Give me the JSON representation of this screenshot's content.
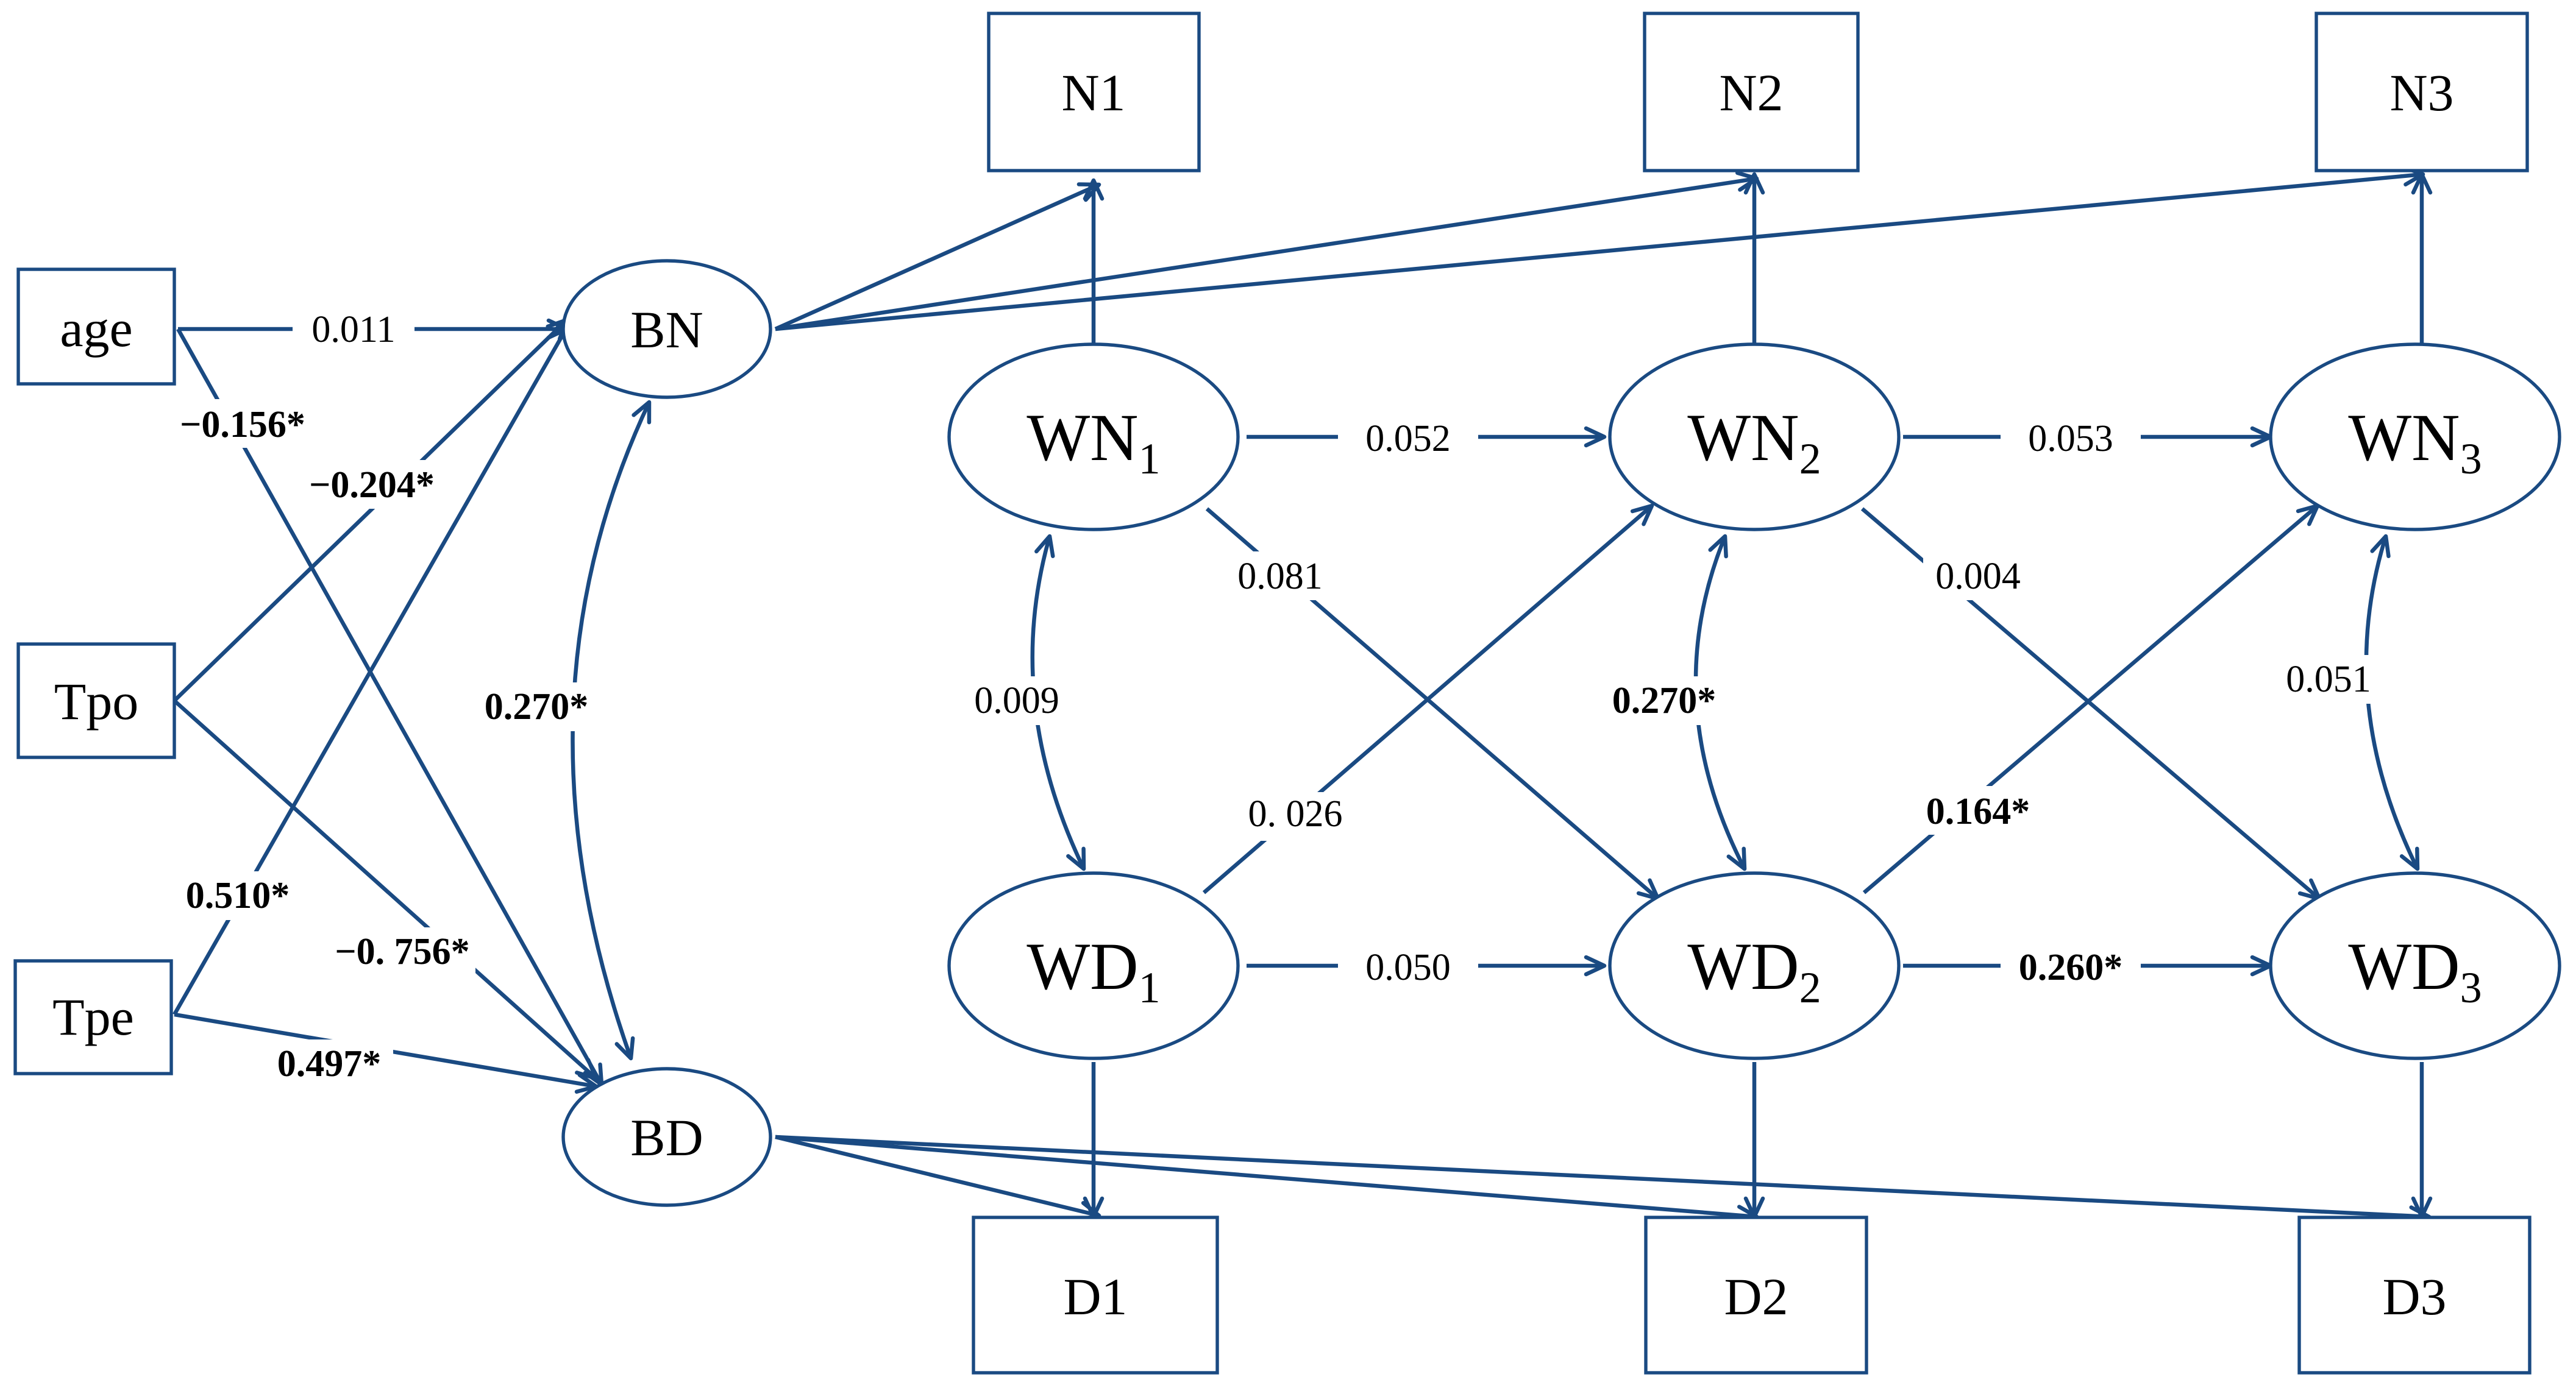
{
  "colors": {
    "line": "#1a4a82",
    "text": "#000000",
    "background": "#ffffff"
  },
  "nodes": {
    "age": {
      "label": "age"
    },
    "tpo": {
      "label": "Tpo"
    },
    "tpe": {
      "label": "Tpe"
    },
    "bn": {
      "label": "BN"
    },
    "bd": {
      "label": "BD"
    },
    "n1": {
      "label": "N1"
    },
    "n2": {
      "label": "N2"
    },
    "n3": {
      "label": "N3"
    },
    "d1": {
      "label": "D1"
    },
    "d2": {
      "label": "D2"
    },
    "d3": {
      "label": "D3"
    },
    "wn1": {
      "label": "WN",
      "sub": "1"
    },
    "wn2": {
      "label": "WN",
      "sub": "2"
    },
    "wn3": {
      "label": "WN",
      "sub": "3"
    },
    "wd1": {
      "label": "WD",
      "sub": "1"
    },
    "wd2": {
      "label": "WD",
      "sub": "2"
    },
    "wd3": {
      "label": "WD",
      "sub": "3"
    }
  },
  "coefficients": {
    "age_bn": {
      "value": "0.011",
      "bold": false
    },
    "age_bd": {
      "value": "−0.156*",
      "bold": true
    },
    "tpo_bn": {
      "value": "−0.204*",
      "bold": true
    },
    "tpe_bn": {
      "value": "0.510*",
      "bold": true
    },
    "tpo_bd": {
      "value": "−0. 756*",
      "bold": true
    },
    "tpe_bd": {
      "value": "0.497*",
      "bold": true
    },
    "bn_bd": {
      "value": "0.270*",
      "bold": true
    },
    "wn1_wn2": {
      "value": "0.052",
      "bold": false
    },
    "wn2_wn3": {
      "value": "0.053",
      "bold": false
    },
    "wd1_wd2": {
      "value": "0.050",
      "bold": false
    },
    "wd2_wd3": {
      "value": "0.260*",
      "bold": true
    },
    "wn1_wd2": {
      "value": "0.081",
      "bold": false
    },
    "wn2_wd3": {
      "value": "0.004",
      "bold": false
    },
    "wd1_wn2": {
      "value": "0. 026",
      "bold": false
    },
    "wd2_wn3": {
      "value": "0.164*",
      "bold": true
    },
    "wn1_wd1": {
      "value": "0.009",
      "bold": false
    },
    "wn2_wd2": {
      "value": "0.270*",
      "bold": true
    },
    "wn3_wd3": {
      "value": "0.051",
      "bold": false
    }
  }
}
